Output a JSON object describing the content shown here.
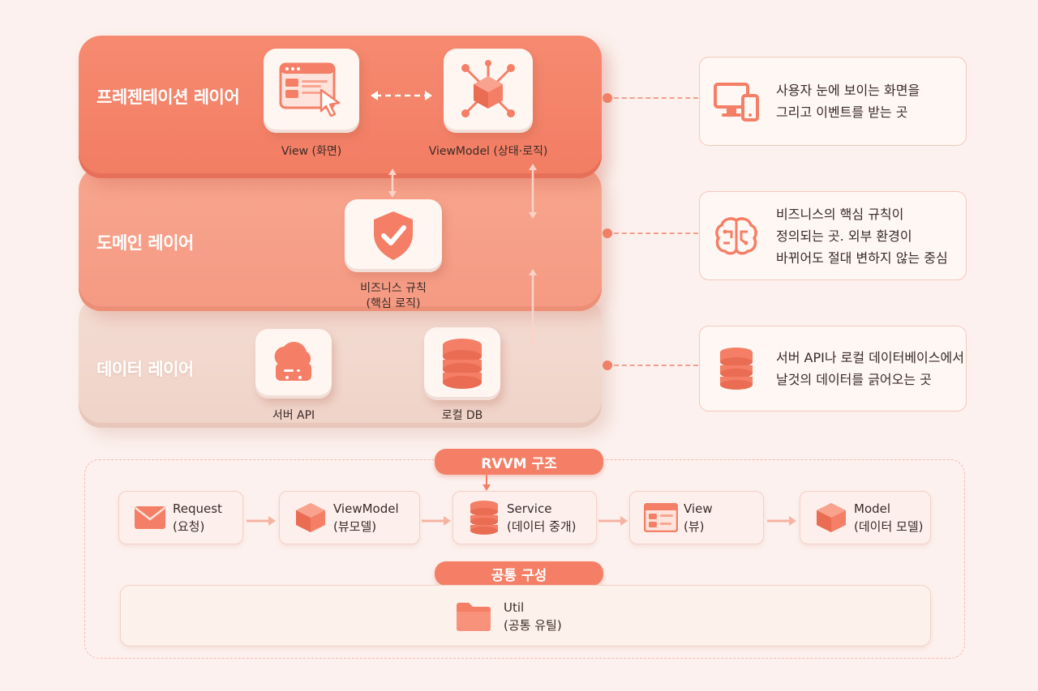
{
  "layers": {
    "presentation": {
      "title": "프레젠테이션 레이어",
      "view_label": "View (화면)",
      "viewmodel_label": "ViewModel (상태·로직)"
    },
    "domain": {
      "title": "도메인 레이어",
      "rules_label_line1": "비즈니스 규칙",
      "rules_label_line2": "(핵심 로직)"
    },
    "data": {
      "title": "데이터 레이어",
      "server_label": "서버 API",
      "local_label": "로컬 DB"
    }
  },
  "info_cards": {
    "presentation": {
      "line1": "사용자 눈에 보이는 화면을",
      "line2": "그리고 이벤트를 받는 곳",
      "icon": "devices-icon"
    },
    "domain": {
      "line1": "비즈니스의 핵심 규칙이",
      "line2": "정의되는 곳. 외부 환경이",
      "line3": "바뀌어도 절대 변하지 않는 중심",
      "icon": "brain-icon"
    },
    "data": {
      "line1": "서버 API나 로컬 데이터베이스에서",
      "line2": "날것의 데이터를 긁어오는 곳",
      "icon": "database-icon"
    }
  },
  "rvvm": {
    "title": "RVVM 구조",
    "flow": [
      {
        "name": "Request",
        "sub": "(요청)",
        "icon": "envelope-icon"
      },
      {
        "name": "ViewModel",
        "sub": "(뷰모델)",
        "icon": "cube-icon"
      },
      {
        "name": "Service",
        "sub": "(데이터 중개)",
        "icon": "database-icon"
      },
      {
        "name": "View",
        "sub": "(뷰)",
        "icon": "window-icon"
      },
      {
        "name": "Model",
        "sub": "(데이터 모델)",
        "icon": "cube-icon"
      }
    ]
  },
  "common": {
    "title": "공통 구성",
    "util_name": "Util",
    "util_sub": "(공통 유틸)",
    "icon": "folder-icon"
  },
  "colors": {
    "accent": "#f47f66",
    "presentation": "#f27d63",
    "domain": "#f59a83",
    "data": "#efd3c8",
    "background": "#fcf1ee"
  }
}
